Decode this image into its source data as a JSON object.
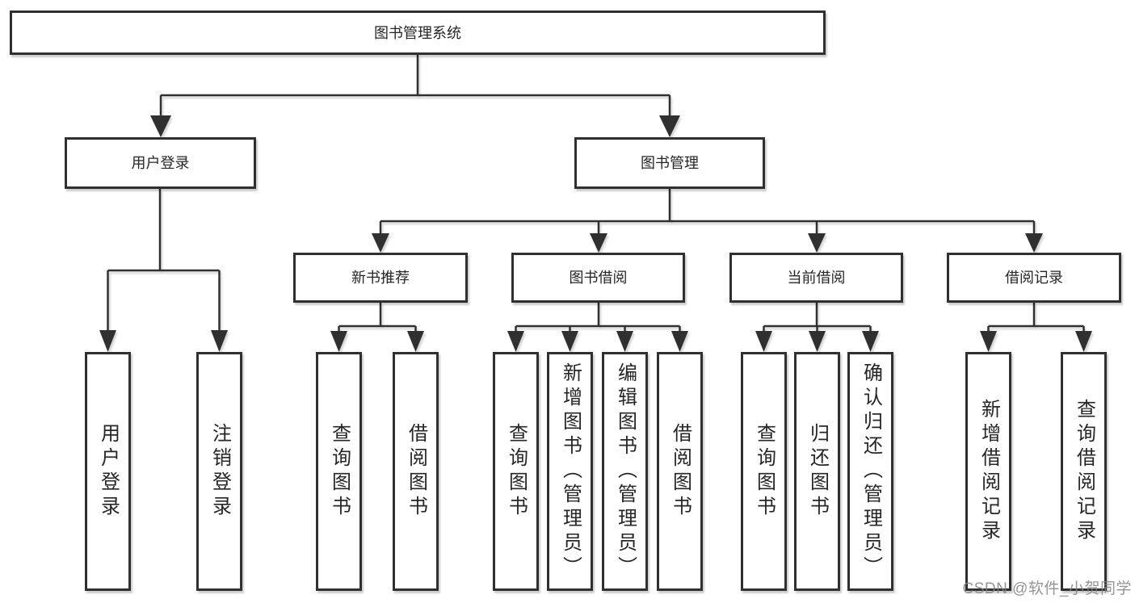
{
  "tree": {
    "label": "图书管理系统",
    "children": [
      {
        "label": "用户登录",
        "children": [
          {
            "label": "用户登录"
          },
          {
            "label": "注销登录"
          }
        ]
      },
      {
        "label": "图书管理",
        "children": [
          {
            "label": "新书推荐",
            "children": [
              {
                "label": "查询图书"
              },
              {
                "label": "借阅图书"
              }
            ]
          },
          {
            "label": "图书借阅",
            "children": [
              {
                "label": "查询图书"
              },
              {
                "label": "新增图书（管理员）"
              },
              {
                "label": "编辑图书（管理员）"
              },
              {
                "label": "借阅图书"
              }
            ]
          },
          {
            "label": "当前借阅",
            "children": [
              {
                "label": "查询图书"
              },
              {
                "label": "归还图书"
              },
              {
                "label": "确认归还（管理员）"
              }
            ]
          },
          {
            "label": "借阅记录",
            "children": [
              {
                "label": "新增借阅记录"
              },
              {
                "label": "查询借阅记录"
              }
            ]
          }
        ]
      }
    ]
  },
  "watermark": "CSDN @软件_小贺同学",
  "colors": {
    "line": "#303030",
    "box_border": "#303030",
    "box_bg": "#ffffff",
    "text": "#262626",
    "watermark": "#828282"
  }
}
